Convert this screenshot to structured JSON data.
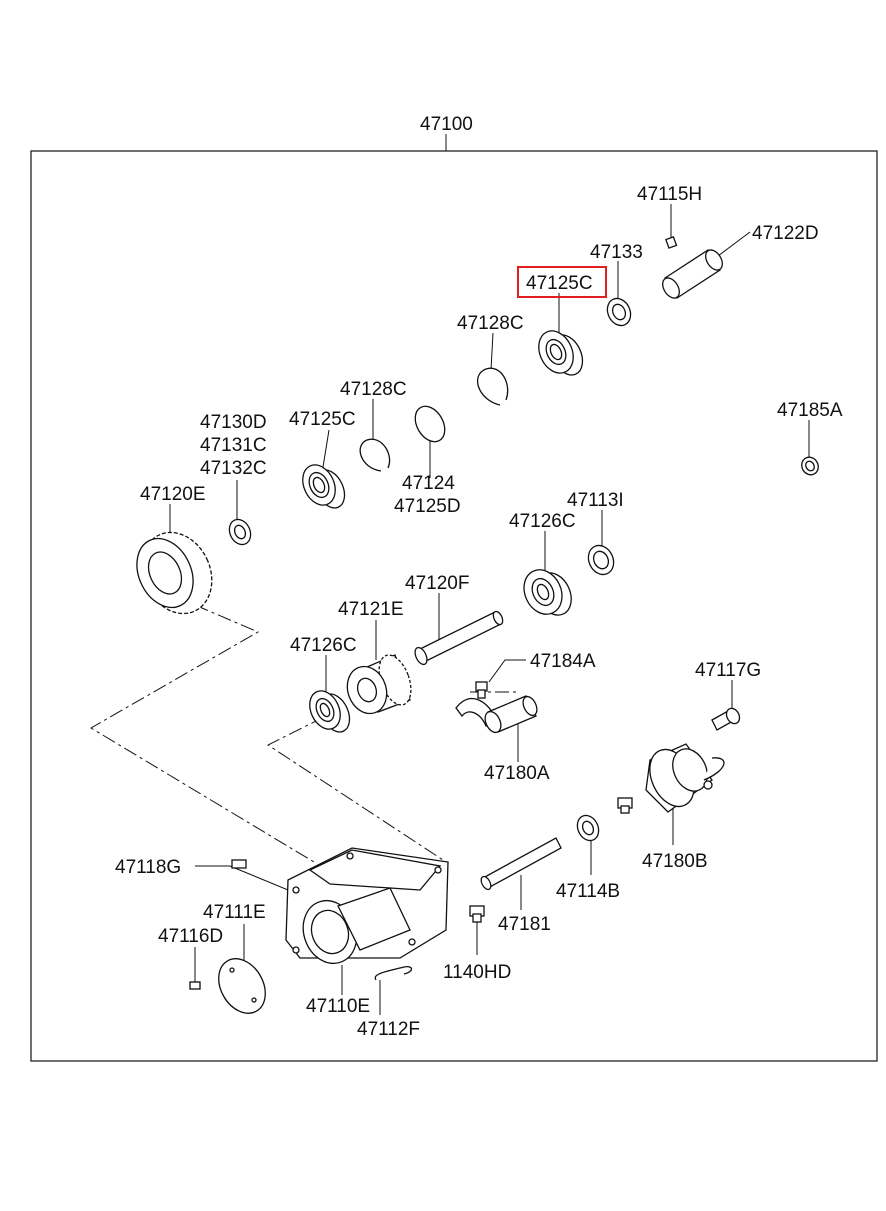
{
  "assembly_number": "47100",
  "highlight_color": "#e02020",
  "labels": {
    "l47115H": "47115H",
    "l47122D": "47122D",
    "l47133": "47133",
    "l47125C_top": "47125C",
    "l47128C_top": "47128C",
    "l47128C_mid": "47128C",
    "l47185A": "47185A",
    "l47130D": "47130D",
    "l47131C": "47131C",
    "l47132C": "47132C",
    "l47125C_mid": "47125C",
    "l47124": "47124",
    "l47125D": "47125D",
    "l47120E": "47120E",
    "l47113I": "47113I",
    "l47126C_top": "47126C",
    "l47120F": "47120F",
    "l47121E": "47121E",
    "l47126C_low": "47126C",
    "l47184A": "47184A",
    "l47117G": "47117G",
    "l47180A": "47180A",
    "l47180B": "47180B",
    "l47118G": "47118G",
    "l47114B": "47114B",
    "l47111E": "47111E",
    "l47181": "47181",
    "l47116D": "47116D",
    "l1140HD": "1140HD",
    "l47110E": "47110E",
    "l47112F": "47112F"
  }
}
